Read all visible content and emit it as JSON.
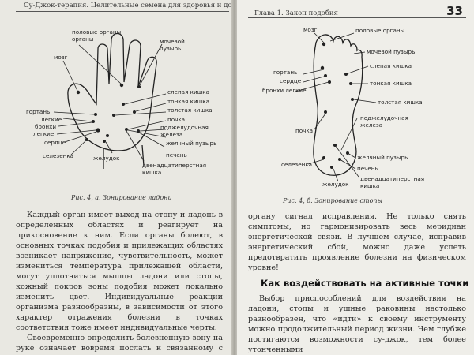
{
  "left_page": {
    "running_header": "Су-Джок-терапия. Целительные семена для здоровья и долголетия",
    "figure_labels": {
      "genitals": "половые органы",
      "bladder": "мочевой пузырь",
      "brain": "мозг",
      "cecum": "слепая кишка",
      "small_intestine": "тонкая кишка",
      "colon": "толстая кишка",
      "larynx": "гортань",
      "lungs": "легкие",
      "bronchi": "бронхи",
      "kidney": "почка",
      "pancreas": "поджелудочная железа",
      "gallbladder": "желчный пузырь",
      "heart": "сердце",
      "spleen": "селезенка",
      "stomach": "желудок",
      "liver": "печень",
      "duodenum": "двенадцатиперстная кишка"
    },
    "caption": "Рис. 4, а. Зонирование ладони",
    "paragraph_1": "Каждый орган имеет выход на стопу и ладонь в определенных областях и реагирует на прикосновение к ним. Если органы болеют, в основных точках подобия и прилежащих областях возникает напряжение, чувствительность, может измениться температура прилежащей области, могут уплотниться мышцы ладони или стопы, кожный покров зоны подобия может локально изменить цвет. Индивидуальные реакции организма разнообразны, в зависимости от этого характер отражения болезни в точках соответствия тоже имеет индивидуальные черты.",
    "paragraph_2": "Своевременно определить болезненную зону на руке означает вовремя послать к связанному с ней"
  },
  "right_page": {
    "running_header": "Глава 1. Закон подобия",
    "page_number": "33",
    "figure_labels": {
      "brain": "мозг",
      "genitals": "половые органы",
      "bladder": "мочевой пузырь",
      "larynx": "гортань",
      "heart": "сердце",
      "cecum": "слепая кишка",
      "bronchi_lungs": "бронхи легкие",
      "small_intestine": "тонкая кишка",
      "colon": "толстая кишка",
      "kidney": "почка",
      "pancreas": "поджелудочная железа",
      "spleen": "селезенка",
      "gallbladder": "желчный пузырь",
      "liver": "печень",
      "duodenum": "двенадцатиперстная кишка",
      "stomach": "желудок"
    },
    "caption": "Рис. 4, б. Зонирование стопы",
    "paragraph_1": "органу сигнал исправления. Не только снять симптомы, но гармонизировать весь меридиан энергетической связи. В лучшем случае, исправив энергетический сбой, можно даже успеть предотвратить проявление болезни на физическом уровне!",
    "section_heading": "Как воздействовать на активные точки",
    "paragraph_2": "Выбор приспособлений для воздействия на ладони, стопы и ушные раковины настолько разнообразен, что «идти» к своему инструменту можно продолжительный период жизни. Чем глубже постигаются возможности су-джок, тем более утонченными"
  }
}
